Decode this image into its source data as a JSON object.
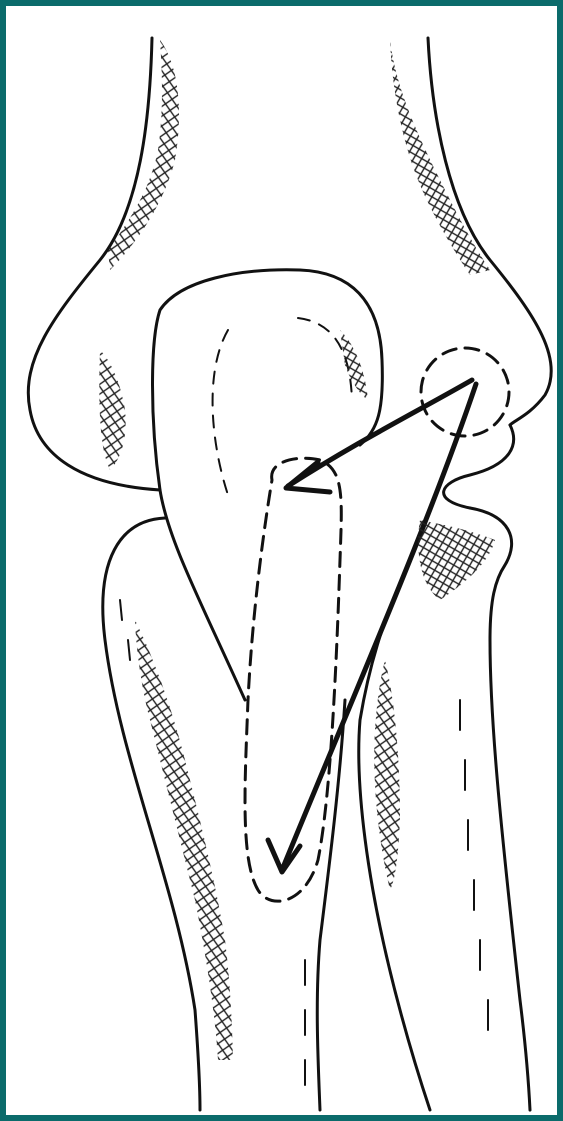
{
  "figure": {
    "colors": {
      "frame": "#0b6b6b",
      "paper": "#ffffff",
      "ink": "#111111"
    },
    "elements": [
      "humerus-distal-end",
      "radial-head-outline",
      "ulna-shaft",
      "radius-shaft",
      "dashed-circle-origin",
      "dashed-tunnel-outline",
      "arrow-to-tunnel",
      "arrow-down-to-tunnel-end",
      "cross-hatch-shading"
    ]
  }
}
